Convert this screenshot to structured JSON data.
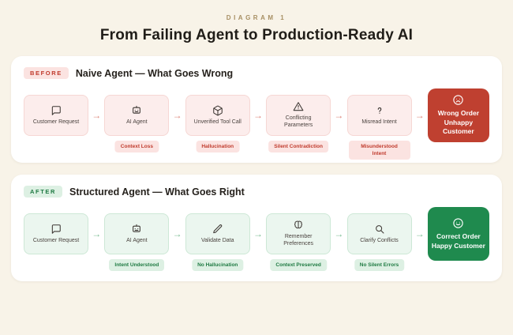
{
  "header": {
    "eyebrow": "DIAGRAM 1",
    "title": "From Failing Agent to Production-Ready AI"
  },
  "glyphs": {
    "arrow": "→"
  },
  "colors": {
    "background": "#f8f3e8",
    "danger": "#bf4030",
    "danger_soft": "#fcedec",
    "success": "#1f8a4e",
    "success_soft": "#ebf6ef"
  },
  "panels": [
    {
      "badge": "BEFORE",
      "title": "Naive Agent — What Goes Wrong",
      "steps": [
        {
          "icon": "chat-icon",
          "label": "Customer Request"
        },
        {
          "icon": "robot-icon",
          "label": "AI Agent",
          "tag": "Context Loss"
        },
        {
          "icon": "package-icon",
          "label": "Unverified Tool Call",
          "tag": "Hallucination"
        },
        {
          "icon": "warning-icon",
          "label": "Conflicting Parameters",
          "tag": "Silent Contradiction"
        },
        {
          "icon": "question-icon",
          "label": "Misread Intent",
          "tag": "Misunderstood Intent"
        }
      ],
      "result": {
        "icon": "sad-face-icon",
        "lines": [
          "Wrong Order",
          "Unhappy Customer"
        ]
      }
    },
    {
      "badge": "AFTER",
      "title": "Structured Agent — What Goes Right",
      "steps": [
        {
          "icon": "chat-icon",
          "label": "Customer Request"
        },
        {
          "icon": "robot-icon",
          "label": "AI Agent",
          "tag": "Intent Understood"
        },
        {
          "icon": "pencil-icon",
          "label": "Validate Data",
          "tag": "No Hallucination"
        },
        {
          "icon": "brain-icon",
          "label": "Remember Preferences",
          "tag": "Context Preserved"
        },
        {
          "icon": "magnifier-icon",
          "label": "Clarify Conflicts",
          "tag": "No Silent Errors"
        }
      ],
      "result": {
        "icon": "happy-face-icon",
        "lines": [
          "Correct Order",
          "Happy Customer"
        ]
      }
    }
  ]
}
